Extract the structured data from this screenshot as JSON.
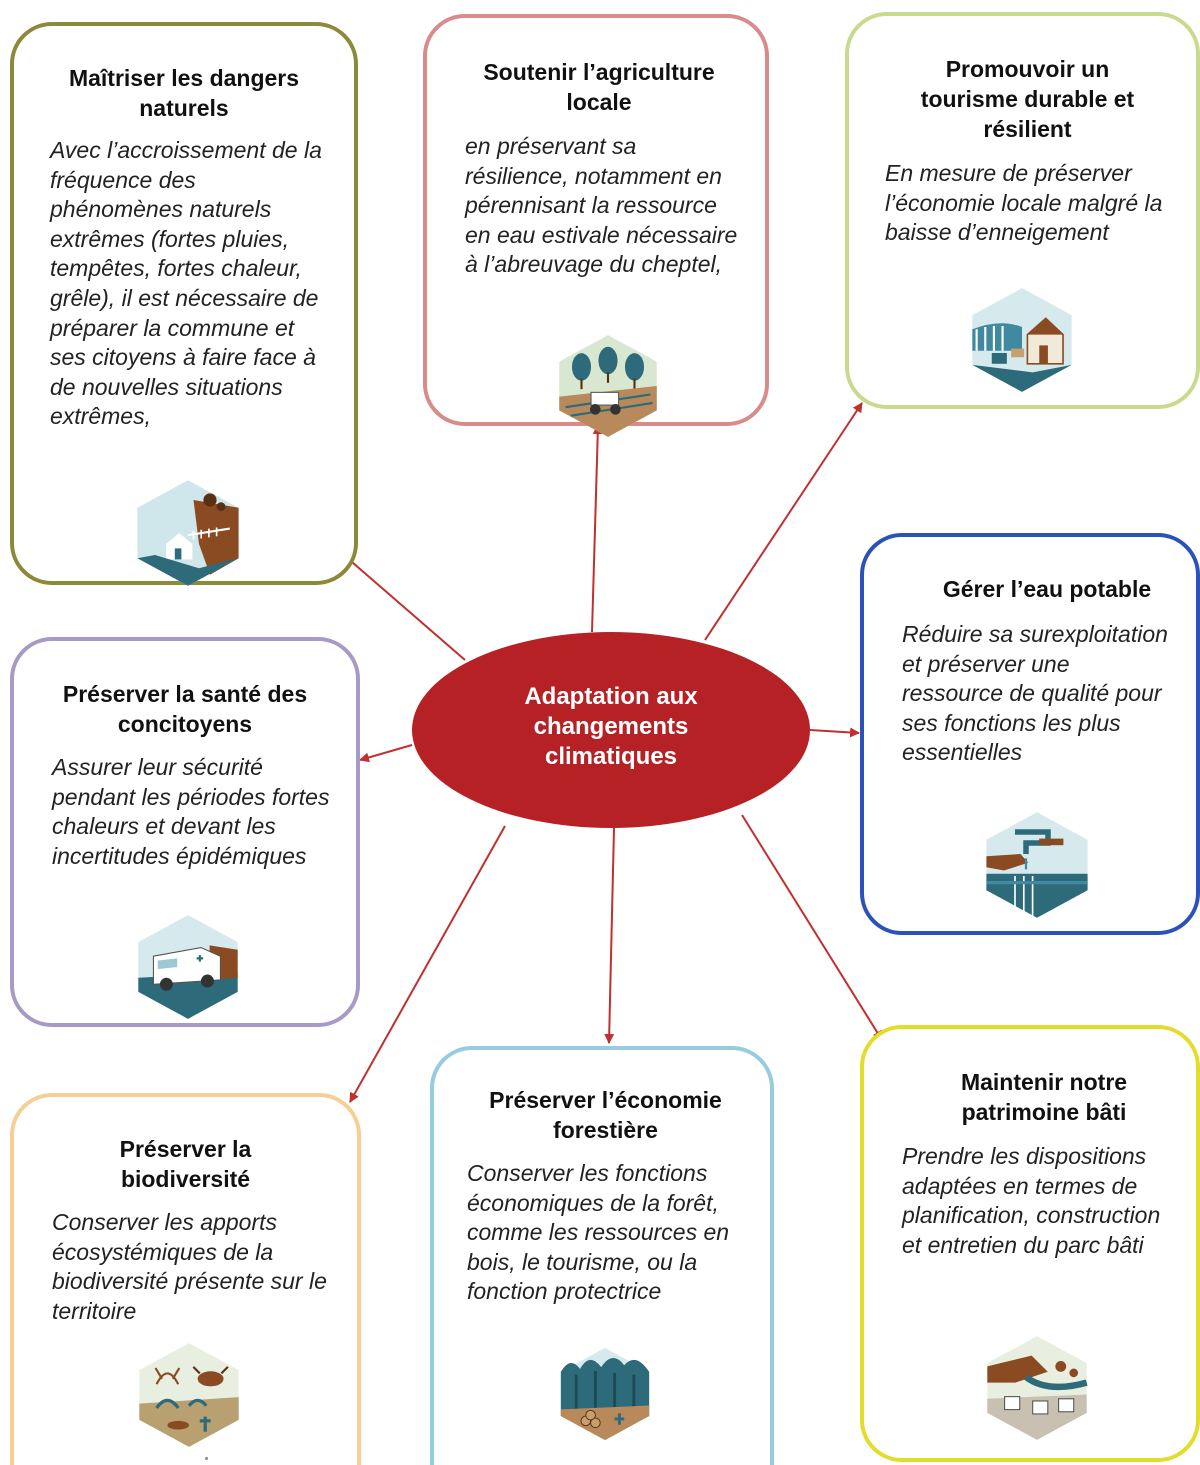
{
  "center": {
    "label": "Adaptation aux changements climatiques",
    "color": "#b52125"
  },
  "arrow_color": "#c0302f",
  "cards": [
    {
      "id": "dangers",
      "title": "Maîtriser les dangers naturels",
      "text": "Avec l’accroissement de la fréquence des phénomènes naturels extrêmes (fortes pluies, tempêtes, fortes chaleur, grêle), il est nécessaire de préparer la commune et ses citoyens à faire face à de nouvelles situations extrêmes,",
      "icon": "landslide-house-icon",
      "border_color": "#8c8a3a"
    },
    {
      "id": "agriculture",
      "title": "Soutenir l’agriculture locale",
      "text": "en préservant sa résilience, notamment en pérennisant la ressource en eau estivale nécessaire à l’abreuvage du cheptel,",
      "icon": "tractor-trees-icon",
      "border_color": "#d98a8a"
    },
    {
      "id": "tourisme",
      "title": "Promouvoir un tourisme durable et résilient",
      "text": "En mesure de préserver l’économie locale malgré la baisse d’enneigement",
      "icon": "chalet-lake-icon",
      "border_color": "#c9da8e"
    },
    {
      "id": "eau",
      "title": "Gérer l’eau potable",
      "text": "Réduire sa surexploitation et préserver une ressource de qualité pour ses fonctions les plus essentielles",
      "icon": "water-tap-icon",
      "border_color": "#2a52b8"
    },
    {
      "id": "sante",
      "title": "Préserver la santé des concitoyens",
      "text": "Assurer leur sécurité pendant les périodes fortes chaleurs et devant les incertitudes épidémiques",
      "icon": "ambulance-icon",
      "border_color": "#a79ac6"
    },
    {
      "id": "biodiversite",
      "title": "Préserver la biodiversité",
      "text": "Conserver les apports écosystémiques de la biodiversité présente sur le territoire",
      "icon": "biodiversity-icon",
      "border_color": "#f6cf94"
    },
    {
      "id": "foret",
      "title": "Préserver l’économie forestière",
      "text": "Conserver les fonctions économiques de la forêt, comme les ressources en bois, le tourisme, ou la fonction protectrice",
      "icon": "forest-logs-icon",
      "border_color": "#96cbe0"
    },
    {
      "id": "patrimoine",
      "title": "Maintenir notre patrimoine bâti",
      "text": "Prendre les dispositions adaptées en termes de planification, construction et entretien du parc bâti",
      "icon": "flood-buildings-icon",
      "border_color": "#e4dc2a"
    }
  ]
}
